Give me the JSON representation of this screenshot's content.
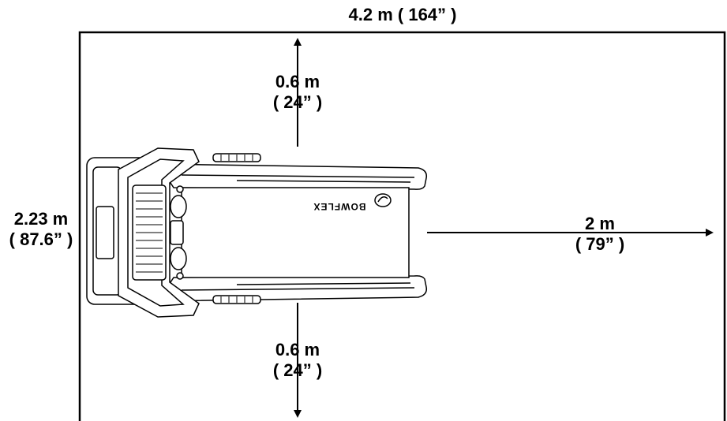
{
  "dimensions": {
    "overall_width": {
      "metric": "4.2 m",
      "imperial": "( 164” )"
    },
    "front_clearance": {
      "metric": "0.6 m",
      "imperial": "( 24” )"
    },
    "rear_clearance": {
      "metric": "0.6 m",
      "imperial": "( 24” )"
    },
    "overall_depth": {
      "metric": "2.23 m",
      "imperial": "( 87.6” )"
    },
    "side_clearance": {
      "metric": "2 m",
      "imperial": "( 79” )"
    }
  },
  "treadmill": {
    "brand": "BOWFLEX",
    "logo_icon": "bowflex-logo-icon"
  },
  "colors": {
    "line": "#000000",
    "background": "#ffffff"
  }
}
